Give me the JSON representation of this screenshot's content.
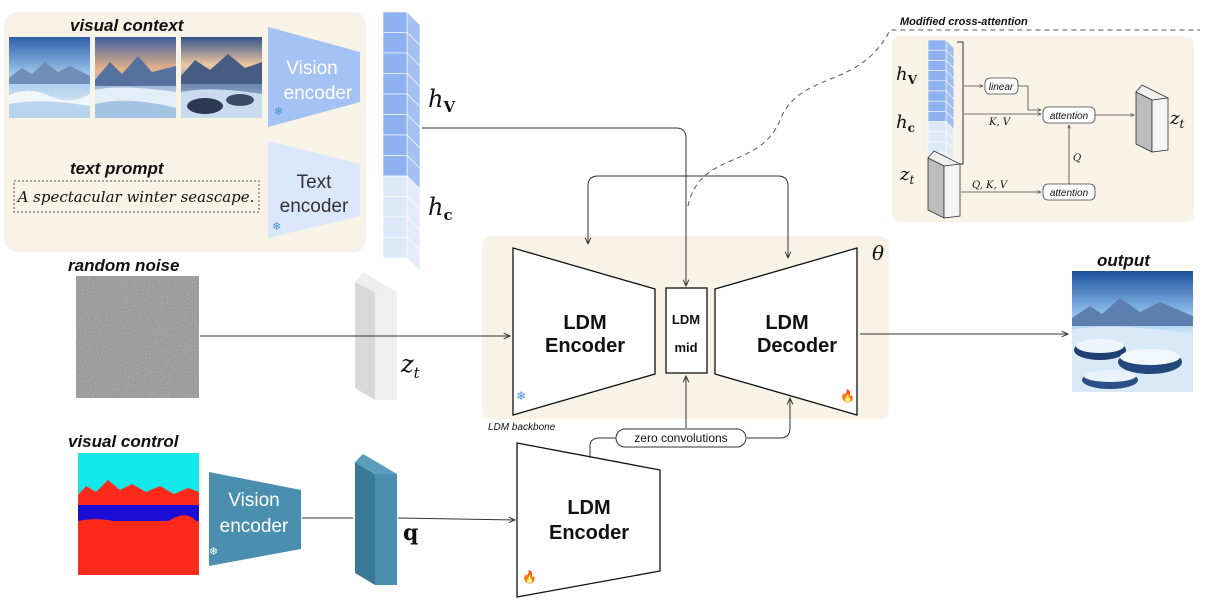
{
  "labels": {
    "visual_context": "visual context",
    "text_prompt": "text prompt",
    "prompt_text": "A spectacular winter seascape.",
    "random_noise": "random noise",
    "visual_control": "visual control",
    "output": "output",
    "ldm_backbone": "LDM backbone",
    "zero_convolutions": "zero convolutions",
    "modified_cross_attention": "Modified cross-attention",
    "theta": "θ"
  },
  "encoders": {
    "vision_line1": "Vision",
    "vision_line2": "encoder",
    "text_line1": "Text",
    "text_line2": "encoder",
    "control_line1": "Vision",
    "control_line2": "encoder"
  },
  "ldm": {
    "encoder_line1": "LDM",
    "encoder_line2": "Encoder",
    "mid_line1": "LDM",
    "mid_line2": "mid",
    "decoder_line1": "LDM",
    "decoder_line2": "Decoder",
    "ctrl_encoder_line1": "LDM",
    "ctrl_encoder_line2": "Encoder"
  },
  "symbols": {
    "hV": "h",
    "hV_sub": "V",
    "hc": "h",
    "hc_sub": "c",
    "zt": "z",
    "zt_sub": "t",
    "q": "q"
  },
  "inset": {
    "linear": "linear",
    "attention_top": "attention",
    "attention_bottom": "attention",
    "kv": "K, V",
    "q": "Q",
    "qkv": "Q, K, V"
  },
  "icons": {
    "frozen": "snowflake-icon",
    "trainable": "fire-icon"
  },
  "colors": {
    "panel_bg": "#f7f3e6",
    "vision_blue": "#a4c2f4",
    "text_blue": "#dbe7fb",
    "feature_blue": "#8eb2ef",
    "feature_light": "#dde8f8",
    "control_teal": "#4b8fb0",
    "control_teal_dark": "#3a7898",
    "noise_gray": "#8d8d8d"
  }
}
